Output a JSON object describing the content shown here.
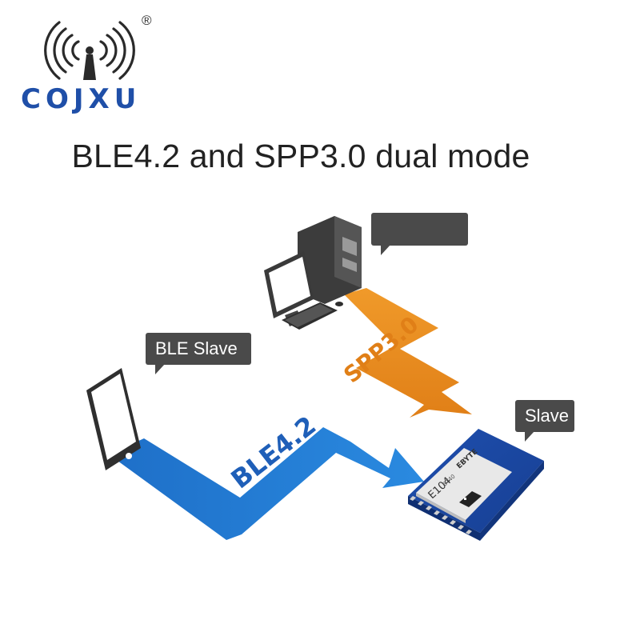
{
  "brand": {
    "name": "COJXU",
    "registered": "®",
    "color": "#1f4fa8"
  },
  "title": "BLE4.2 and SPP3.0 dual mode",
  "links": [
    {
      "label": "BLE4.2",
      "color": "#1f78d1"
    },
    {
      "label": "SPP3.0",
      "color": "#e8891f"
    }
  ],
  "bubbles": {
    "computer": "",
    "phone": "BLE Slave",
    "module": "Slave"
  },
  "module": {
    "brand": "EBYTE",
    "model": "E104",
    "text_small": "BT40"
  },
  "icons": [
    "wireless-antenna-icon",
    "desktop-computer-icon",
    "smartphone-icon",
    "ble-module-icon"
  ]
}
